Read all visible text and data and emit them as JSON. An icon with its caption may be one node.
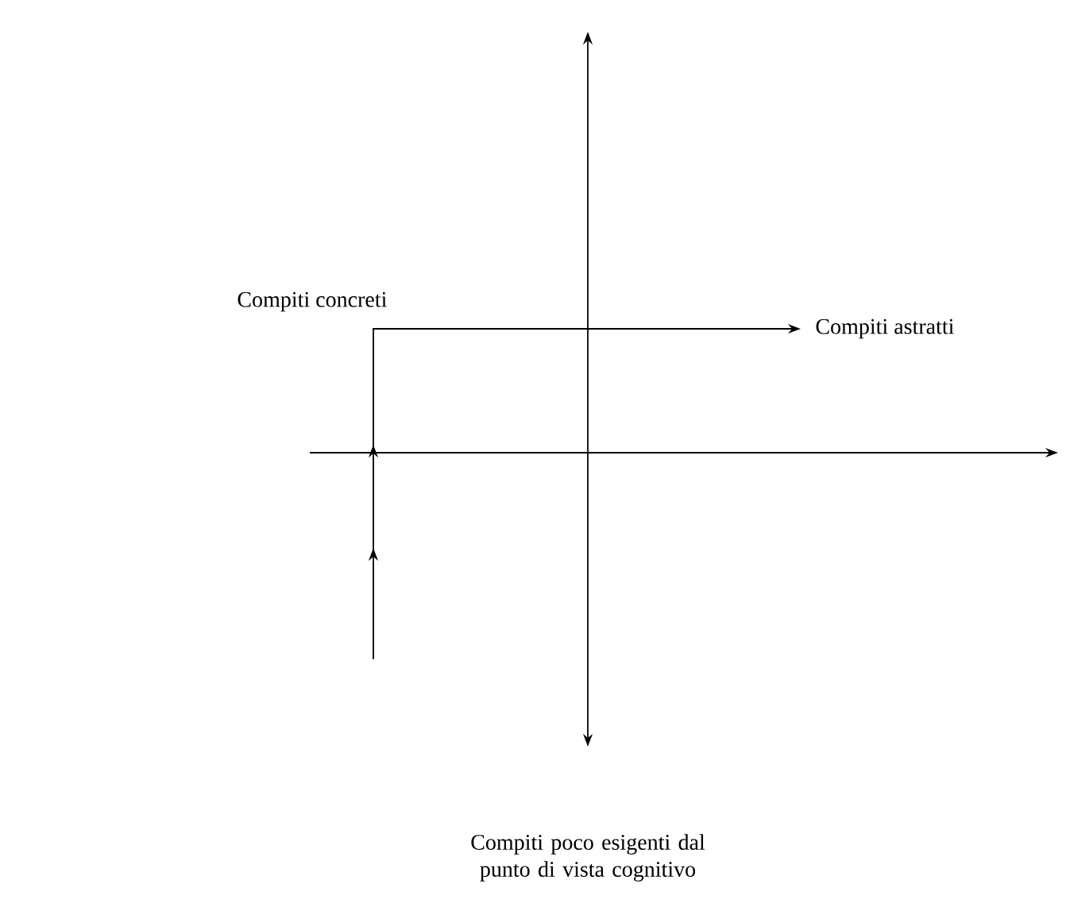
{
  "diagram": {
    "nodes": [
      {
        "text": [
          "Compiti concreti"
        ]
      },
      {
        "text": [
          "Compiti astratti"
        ]
      }
    ],
    "edges": [
      {
        "from": null,
        "to": 1,
        "arrow": "to"
      }
    ],
    "labels": [
      "Compiti poco esigenti dal punto di vista cognitivo"
    ]
  }
}
